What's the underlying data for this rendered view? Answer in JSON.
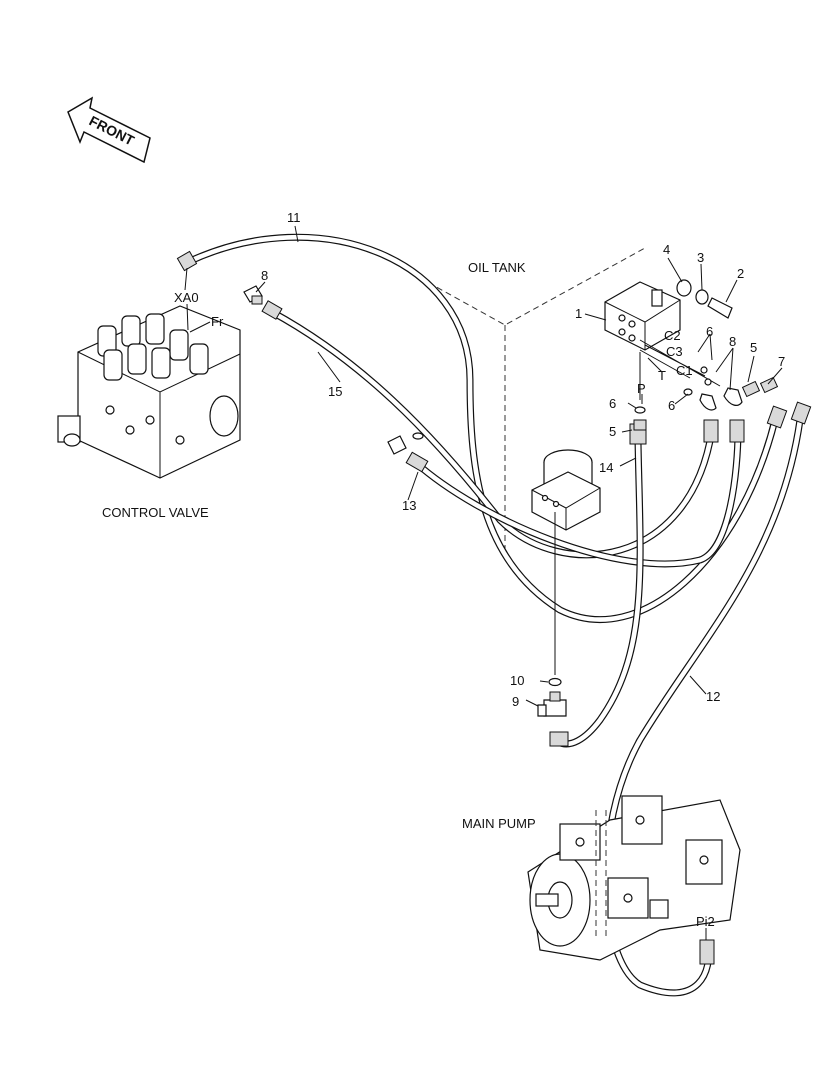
{
  "direction": {
    "label": "FRONT"
  },
  "components": {
    "oil_tank": "OIL TANK",
    "control_valve": "CONTROL VALVE",
    "main_pump": "MAIN PUMP"
  },
  "ports": {
    "xa0": "XA0",
    "fr": "Fr",
    "c2": "C2",
    "c3": "C3",
    "c1": "C1",
    "t": "T",
    "p": "P",
    "pi2": "Pi2"
  },
  "callouts": {
    "n1": "1",
    "n2": "2",
    "n3": "3",
    "n4": "4",
    "n5a": "5",
    "n5b": "5",
    "n6a": "6",
    "n6b": "6",
    "n6c": "6",
    "n7": "7",
    "n8a": "8",
    "n8b": "8",
    "n9": "9",
    "n10": "10",
    "n11": "11",
    "n12": "12",
    "n13": "13",
    "n14": "14",
    "n15": "15"
  }
}
